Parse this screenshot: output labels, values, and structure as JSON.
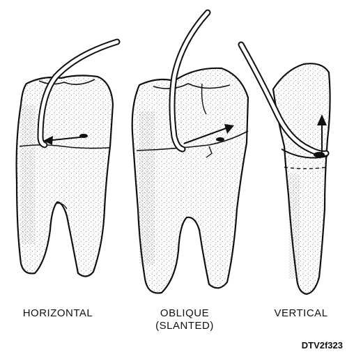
{
  "labels": {
    "horizontal": "HORIZONTAL",
    "oblique_line1": "OBLIQUE",
    "oblique_line2": "(SLANTED)",
    "vertical": "VERTICAL"
  },
  "figure_code": "DTV2f323",
  "colors": {
    "ink": "#111111",
    "paper": "#ffffff",
    "stipple": "#555555"
  },
  "icons": [
    "tooth-molar",
    "tooth-molar-oblique",
    "tooth-root-vertical",
    "dental-instrument",
    "force-arrow"
  ]
}
